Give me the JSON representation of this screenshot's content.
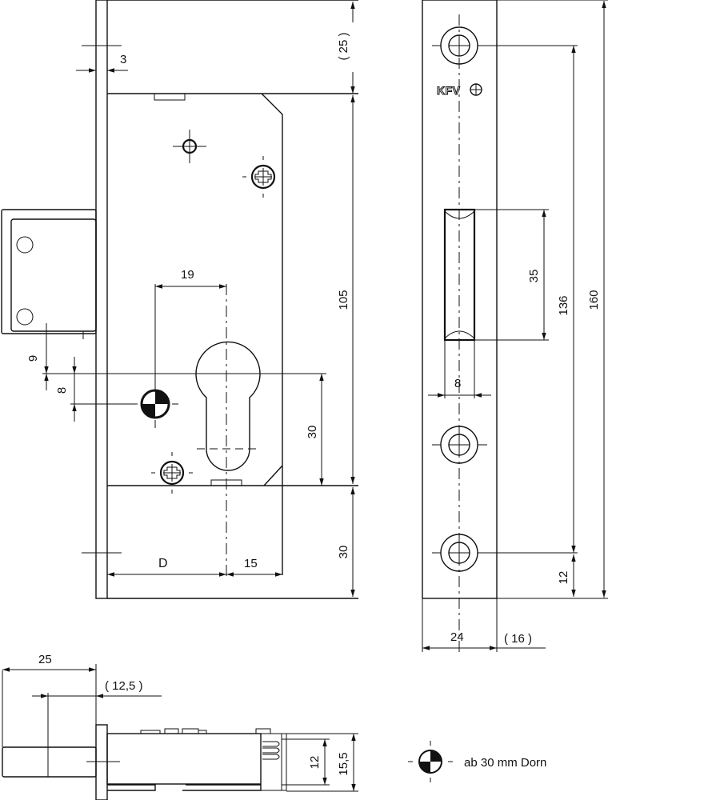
{
  "drawing": {
    "subject": "Mortise lock with profile cylinder cutout and strike plate",
    "front_view": {
      "dims": {
        "faceplate_thickness": "3",
        "top_offset": "( 25 )",
        "body_height": "105",
        "bolt_to_center": "9",
        "handle_offset": "8",
        "handle_spacing": "19",
        "cylinder_height": "30",
        "bottom_offset": "30",
        "backset": "D",
        "cylinder_to_back": "15"
      }
    },
    "strike_plate": {
      "logo": "KFV",
      "dims": {
        "opening_height": "35",
        "opening_width": "8",
        "hole_spacing": "136",
        "total_height": "160",
        "bottom_hole_offset": "12",
        "width": "24",
        "depth": "( 16 )"
      }
    },
    "side_view": {
      "dims": {
        "bolt_projection": "25",
        "bolt_half": "( 12,5 )",
        "inner_height": "12",
        "total_height": "15,5"
      }
    },
    "legend": {
      "symbol": "center-mark-symbol",
      "text": "ab 30 mm Dorn"
    }
  }
}
